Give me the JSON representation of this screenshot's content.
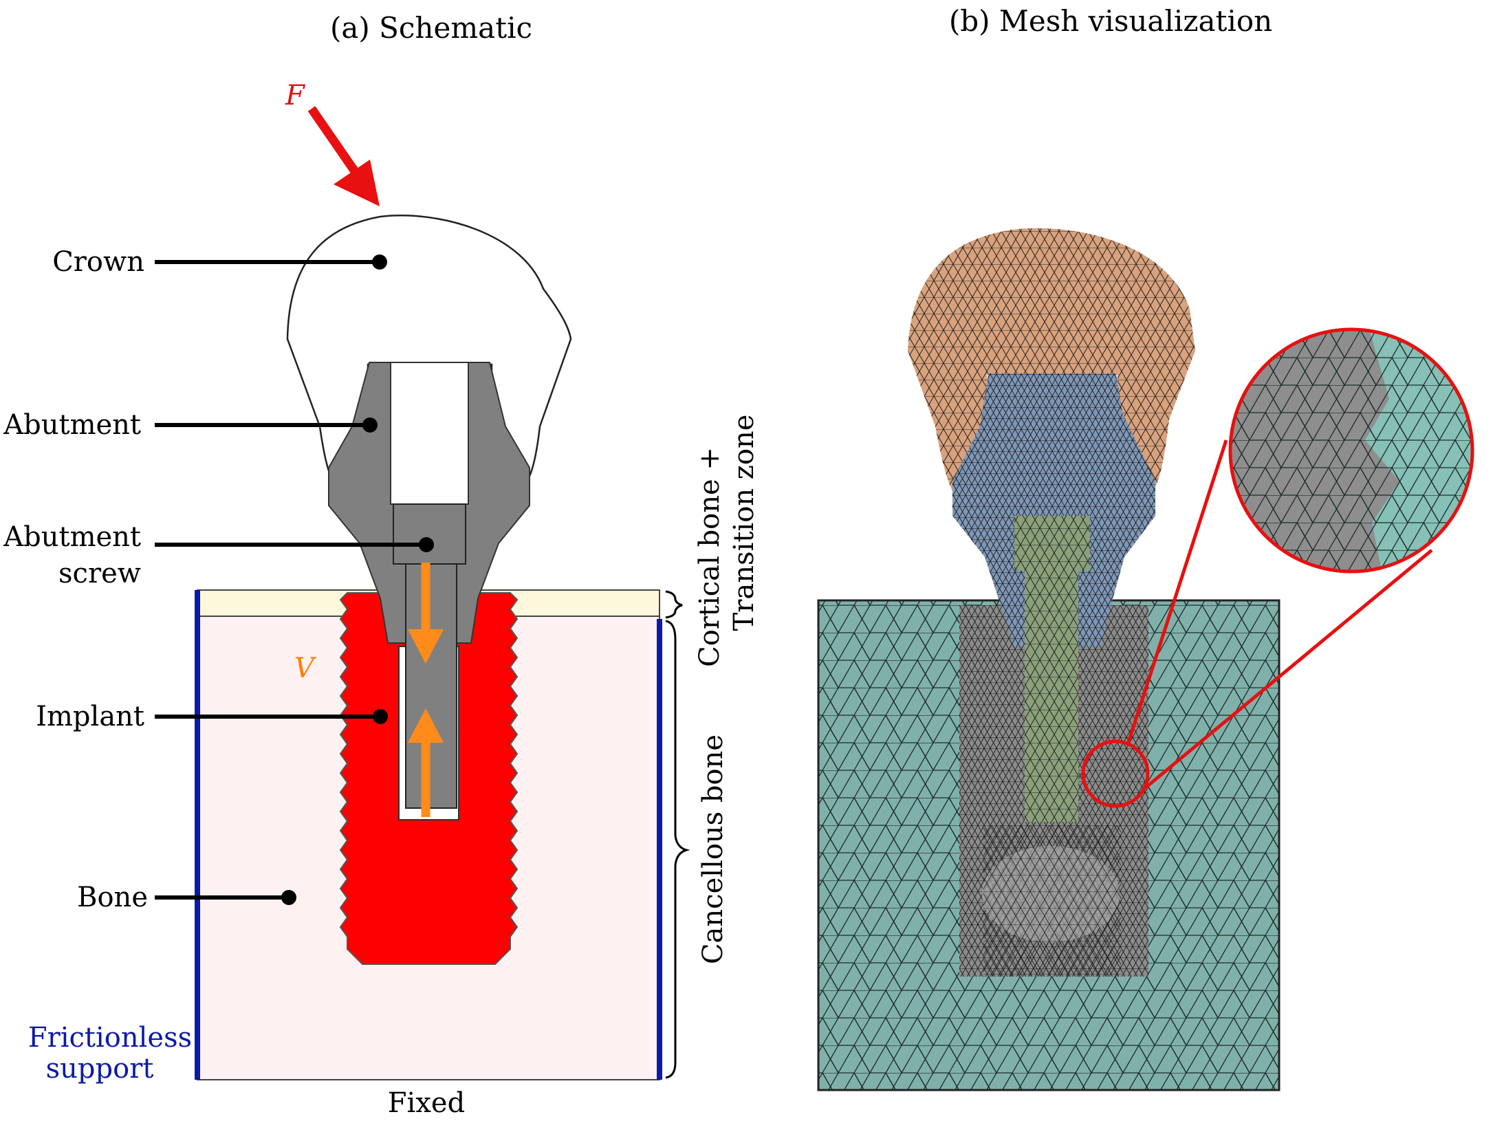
{
  "panel_a": {
    "caption": "(a) Schematic",
    "force_label": "F",
    "preload_label": "V",
    "parts": {
      "crown": "Crown",
      "abutment": "Abutment",
      "abutment_screw_line1": "Abutment",
      "abutment_screw_line2": "screw",
      "implant": "Implant",
      "bone": "Bone"
    },
    "zones": {
      "cortical_line1": "Cortical bone +",
      "cortical_line2": "Transition zone",
      "cancellous": "Cancellous bone"
    },
    "support_line1": "Frictionless",
    "support_line2": "support",
    "fixed": "Fixed"
  },
  "panel_b": {
    "caption": "(b) Mesh visualization"
  },
  "colors": {
    "crown_mesh": "#d9a27c",
    "abutment_mesh": "#7f98b8",
    "screw_mesh": "#8aa17a",
    "implant_mesh": "#7a7a7a",
    "bone_mesh": "#7fb1aa",
    "implant_schematic": "#ff0000",
    "abutment_schematic": "#808080",
    "support": "#0b1aa8",
    "force_arrow": "#e81010",
    "preload_arrow": "#ff8c1a",
    "cortical": "#fdf8dc",
    "cancellous": "#fdf1f1"
  }
}
